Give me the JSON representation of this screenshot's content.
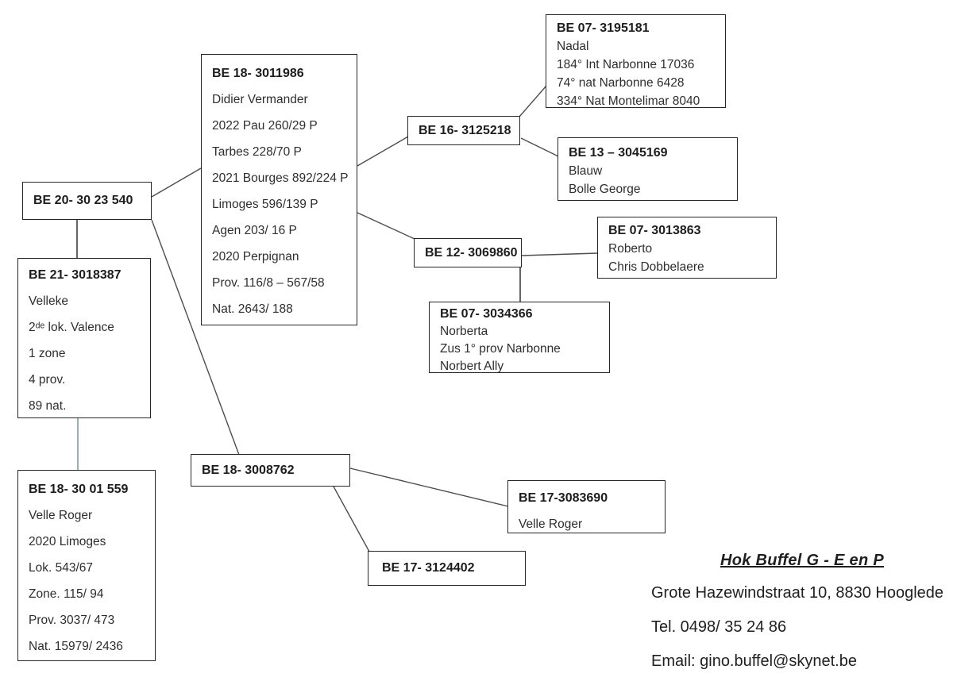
{
  "colors": {
    "background": "#ffffff",
    "box_border": "#262626",
    "text": "#2e2e2e",
    "connector": "#4d4d4d",
    "connector_accent": "#7e99a9"
  },
  "boxes": [
    {
      "id": "be20-3023540",
      "title": "BE 20- 30 23 540",
      "lines": []
    },
    {
      "id": "be21-3018387",
      "title": "BE 21- 3018387",
      "lines": [
        "Velleke",
        "2ᵈᵉ lok. Valence",
        "1 zone",
        "4 prov.",
        "89 nat."
      ]
    },
    {
      "id": "be18-3001559",
      "title": "BE 18- 30 01 559",
      "lines": [
        "Velle Roger",
        "2020 Limoges",
        "Lok. 543/67",
        "Zone. 115/ 94",
        "Prov. 3037/ 473",
        "Nat. 15979/ 2436"
      ]
    },
    {
      "id": "be18-3011986",
      "title": "BE 18- 3011986",
      "lines": [
        "Didier Vermander",
        "2022 Pau 260/29 P",
        "Tarbes 228/70 P",
        "2021 Bourges 892/224 P",
        "Limoges 596/139 P",
        "Agen 203/ 16 P",
        "2020 Perpignan",
        "Prov. 116/8 – 567/58",
        "Nat. 2643/ 188"
      ]
    },
    {
      "id": "be16-3125218",
      "title": "BE 16- 3125218",
      "lines": []
    },
    {
      "id": "be07-3195181",
      "title": "BE 07- 3195181",
      "lines": [
        "Nadal",
        "184° Int Narbonne 17036",
        "74° nat Narbonne 6428",
        "334° Nat Montelimar 8040"
      ]
    },
    {
      "id": "be13-3045169",
      "title": "BE 13 – 3045169",
      "lines": [
        "Blauw",
        "Bolle George"
      ]
    },
    {
      "id": "be12-3069860",
      "title": "BE 12- 3069860",
      "lines": []
    },
    {
      "id": "be07-3013863",
      "title": "BE 07- 3013863",
      "lines": [
        "Roberto",
        "Chris Dobbelaere"
      ]
    },
    {
      "id": "be07-3034366",
      "title": "BE 07- 3034366",
      "lines": [
        "Norberta",
        "Zus 1° prov Narbonne",
        "Norbert Ally"
      ]
    },
    {
      "id": "be18-3008762",
      "title": "BE 18- 3008762",
      "lines": []
    },
    {
      "id": "be17-3083690",
      "title": "BE 17-3083690",
      "lines": [
        "Velle Roger"
      ]
    },
    {
      "id": "be17-3124402",
      "title": "BE 17- 3124402",
      "lines": []
    }
  ],
  "contact": {
    "title": "Hok Buffel G - E en P",
    "address": "Grote Hazewindstraat 10, 8830 Hooglede",
    "phone": "Tel. 0498/ 35 24 86",
    "email": "Email: gino.buffel@skynet.be"
  }
}
